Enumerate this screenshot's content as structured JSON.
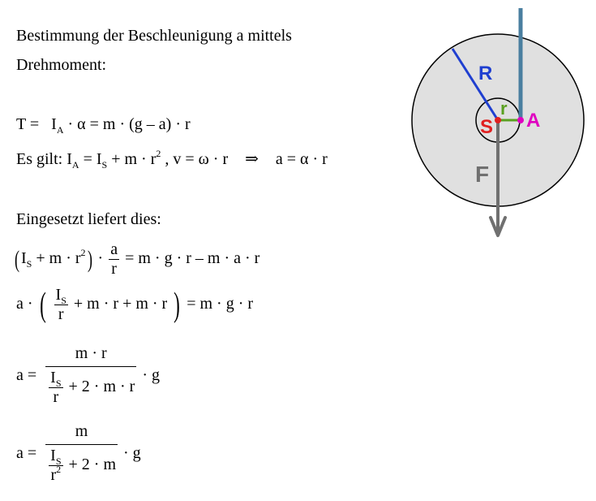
{
  "intro": {
    "line1": "Bestimmung der Beschleunigung a mittels",
    "line2": "Drehmoment:"
  },
  "eq1": {
    "lhs": "T =",
    "I": "I",
    "sub_A": "A",
    "rest": "· α  = m · (g – a) · r"
  },
  "eq2": {
    "prefix": "Es gilt: I",
    "sub_A": "A",
    "mid": " = I",
    "sub_S": "S",
    "tail": " + m · r",
    "sup2": "2",
    "v_rel": " ,  v = ω · r",
    "implies": "⇒",
    "a_rel": "a = α · r"
  },
  "text_eingesetzt": "Eingesetzt liefert dies:",
  "eq3": {
    "open": "(",
    "I": "I",
    "sub_S": "S",
    "plus": " + m · r",
    "sup2": "2",
    "close": ")",
    "dot": "·",
    "frac_num": "a",
    "frac_den": "r",
    "rhs": "= m · g · r – m · a · r"
  },
  "eq4": {
    "prefix": "a ·",
    "open": "(",
    "frac_num_I": "I",
    "frac_num_sub": "S",
    "frac_den": "r",
    "mid": "+ m · r + m · r",
    "close": ")",
    "rhs": "= m · g · r"
  },
  "eq5": {
    "prefix": "a =",
    "num": "m · r",
    "den_I": "I",
    "den_sub": "S",
    "den_r": "r",
    "den_tail": "+ 2 · m · r",
    "suffix": "· g"
  },
  "eq6": {
    "prefix": "a =",
    "num": "m",
    "den_I": "I",
    "den_sub": "S",
    "den_r": "r",
    "den_sup": "2",
    "den_tail": "+ 2 · m",
    "suffix": "· g"
  },
  "diagram": {
    "label_R": "R",
    "label_r": "r",
    "label_S": "S",
    "label_A": "A",
    "label_F": "F",
    "colors": {
      "disc_fill": "#e0e0e0",
      "rope": "#4a7fa0",
      "R": "#1f3fd0",
      "r": "#5aa020",
      "S": "#e02020",
      "A": "#e000c0",
      "F": "#707070"
    }
  }
}
